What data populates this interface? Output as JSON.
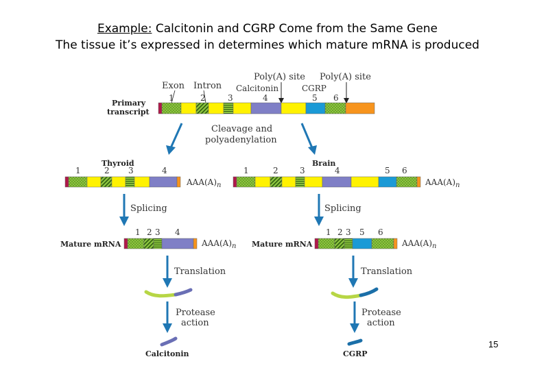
{
  "title": {
    "prefix": "Example:",
    "rest": " Calcitonin and CGRP Come from the Same Gene",
    "line2": "The tissue it’s expressed in determines which  mature mRNA is produced"
  },
  "page_number": "15",
  "colors": {
    "cap": "#b0184a",
    "exon_green": "#8dc63f",
    "intron_yellow": "#fff200",
    "exon4_purple": "#7f7fc6",
    "exon5_blue": "#1b9ad6",
    "tail_orange": "#f7941d",
    "arrow": "#1f77b4"
  },
  "labels": {
    "polya_site_1": "Poly(A) site",
    "polya_site_2": "Poly(A) site",
    "exon": "Exon",
    "intron": "Intron",
    "calcitonin_site": "Calcitonin",
    "cgrp_site": "CGRP",
    "primary_line1": "Primary",
    "primary_line2": "transcript",
    "cleavage_line1": "Cleavage and",
    "cleavage_line2": "polyadenylation",
    "thyroid": "Thyroid",
    "brain": "Brain",
    "polya_tail": "AAA(A)",
    "polya_sub": "n",
    "splicing": "Splicing",
    "mature_mrna": "Mature mRNA",
    "translation": "Translation",
    "protease_line1": "Protease",
    "protease_line2": "action",
    "calcitonin_product": "Calcitonin",
    "cgrp_product": "CGRP"
  },
  "exon_numbers": [
    "1",
    "2",
    "3",
    "4",
    "5",
    "6"
  ]
}
